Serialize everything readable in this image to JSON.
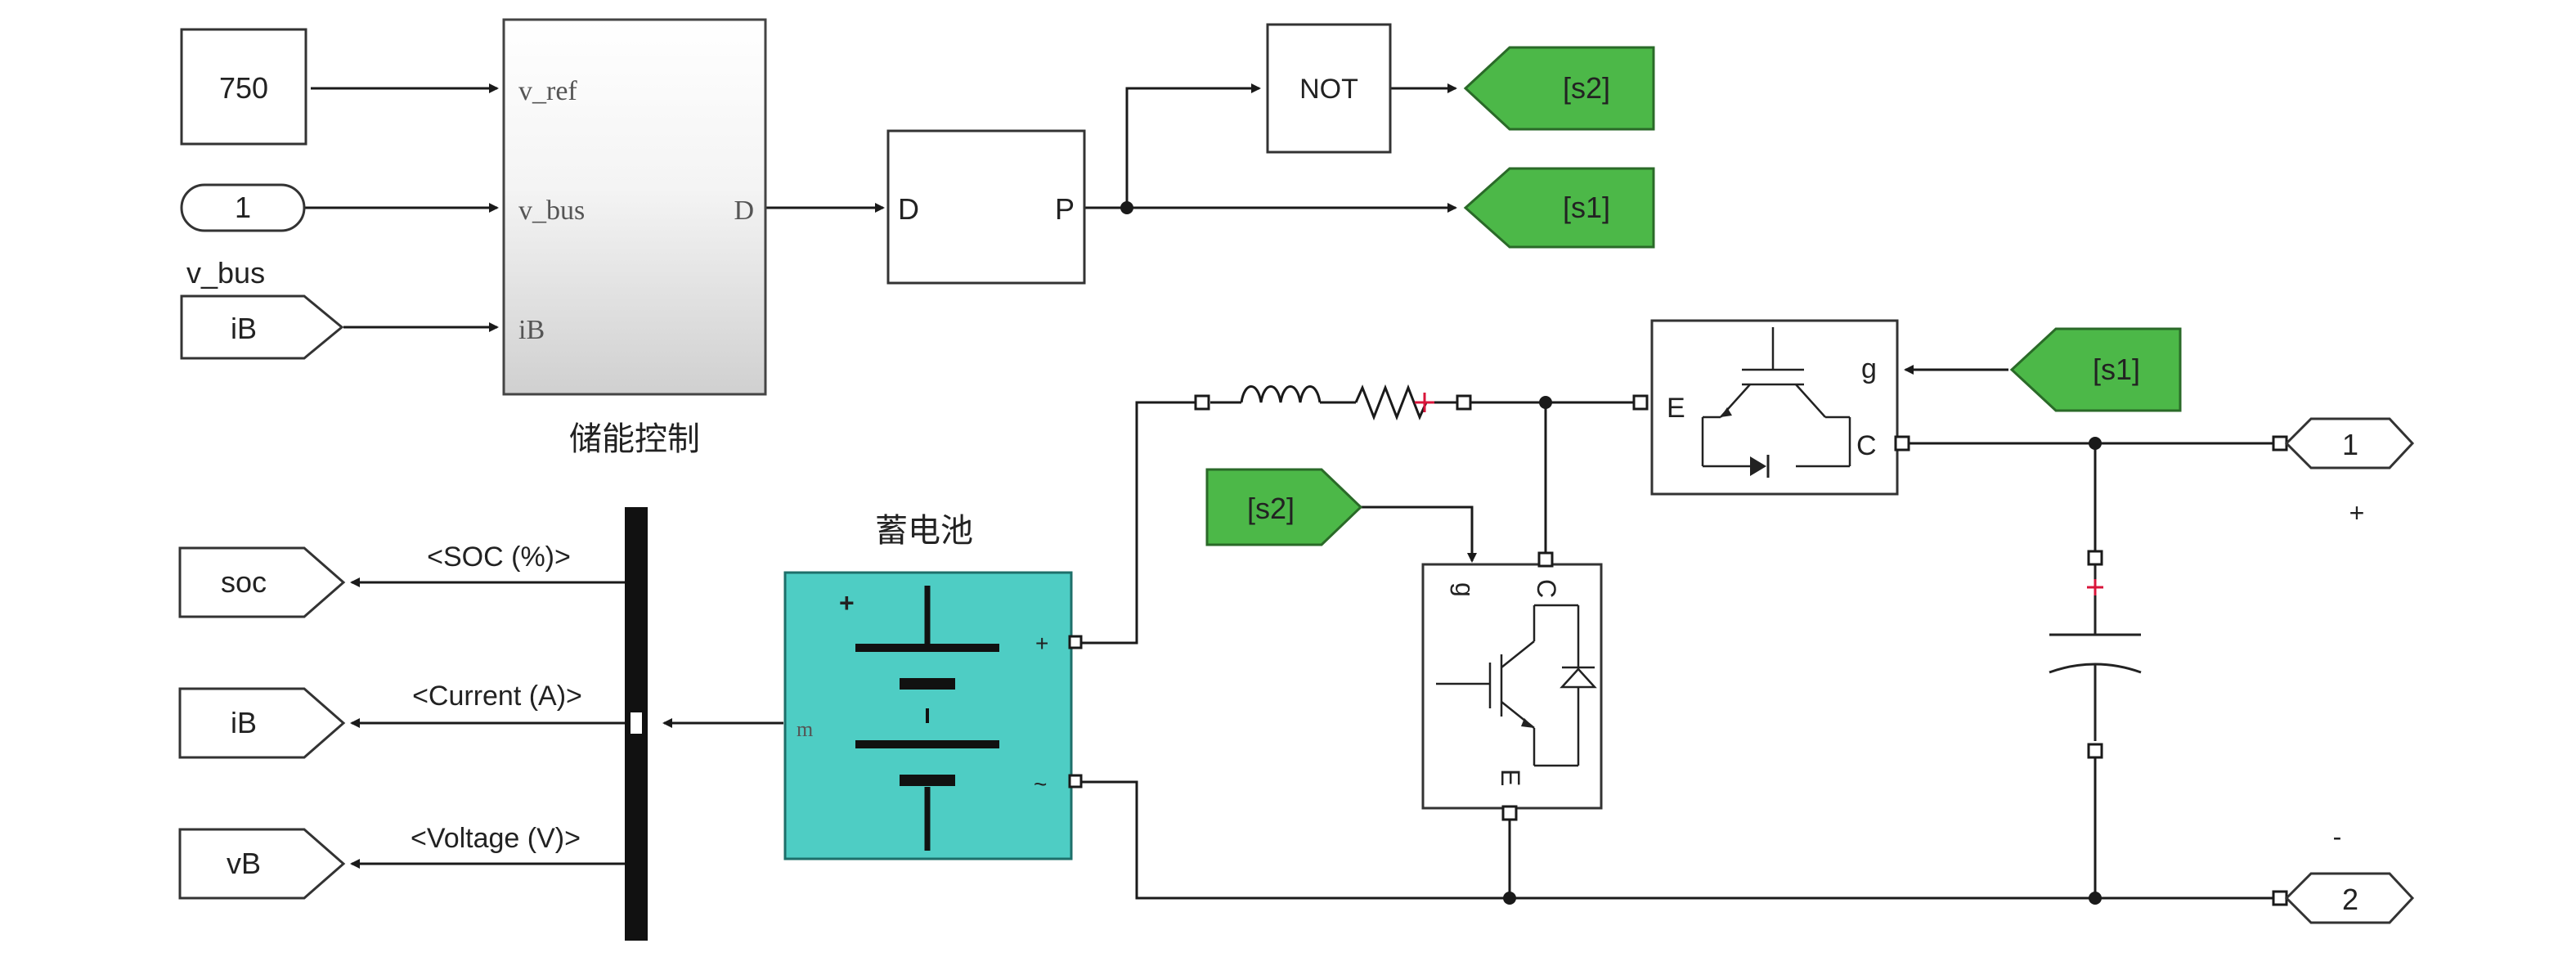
{
  "blocks": {
    "constant_750": "750",
    "inport_1": "1",
    "v_bus_label": "v_bus",
    "from_iB_top": "iB",
    "storage_control": {
      "name": "储能控制",
      "in_vref": "v_ref",
      "in_vbus": "v_bus",
      "in_iB": "iB",
      "out_D": "D"
    },
    "pwm": {
      "in": "D",
      "out": "P"
    },
    "not_gate": "NOT",
    "goto_s2": "[s2]",
    "goto_s1": "[s1]",
    "from_s1": "[s1]",
    "from_s2": "[s2]",
    "battery_name": "蓄电池",
    "battery_m": "m",
    "battery_plus": "+",
    "battery_minus": "~",
    "bus_signals": {
      "soc": "<SOC (%)>",
      "current": "<Current (A)>",
      "voltage": "<Voltage (V)>"
    },
    "goto_soc": "soc",
    "goto_iB": "iB",
    "goto_vB": "vB",
    "igbt_upper": {
      "e": "E",
      "g": "g",
      "c": "C"
    },
    "igbt_lower": {
      "g": "g",
      "c": "C",
      "e": "E"
    },
    "outport_1": "1",
    "outport_2": "2",
    "plus_sign": "+",
    "minus_sign": "-"
  },
  "colors": {
    "goto_green": "#4cb848",
    "battery_teal": "#4ecdc4",
    "line": "#1a1a1a",
    "inductor_red": "#d9143a"
  }
}
